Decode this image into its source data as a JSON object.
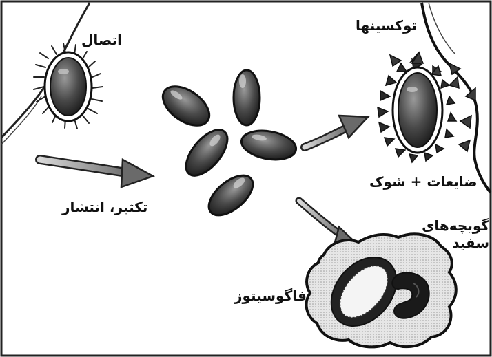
{
  "labels": {
    "attachment": "اتصال",
    "toxins": "توکسینها",
    "proliferation_spread": "تکثیر، انتشار",
    "damage_shock": "ضایعات + شوک",
    "white_blood_cells_line1": "گویچه‌های",
    "white_blood_cells_line2": "سفید",
    "phagocytosis": "فاگوسیتوز"
  },
  "colors": {
    "ink": "#111111",
    "bacterium_body": "#5a5a5a",
    "cell_fill": "#dcdcdc",
    "background": "#ffffff"
  }
}
